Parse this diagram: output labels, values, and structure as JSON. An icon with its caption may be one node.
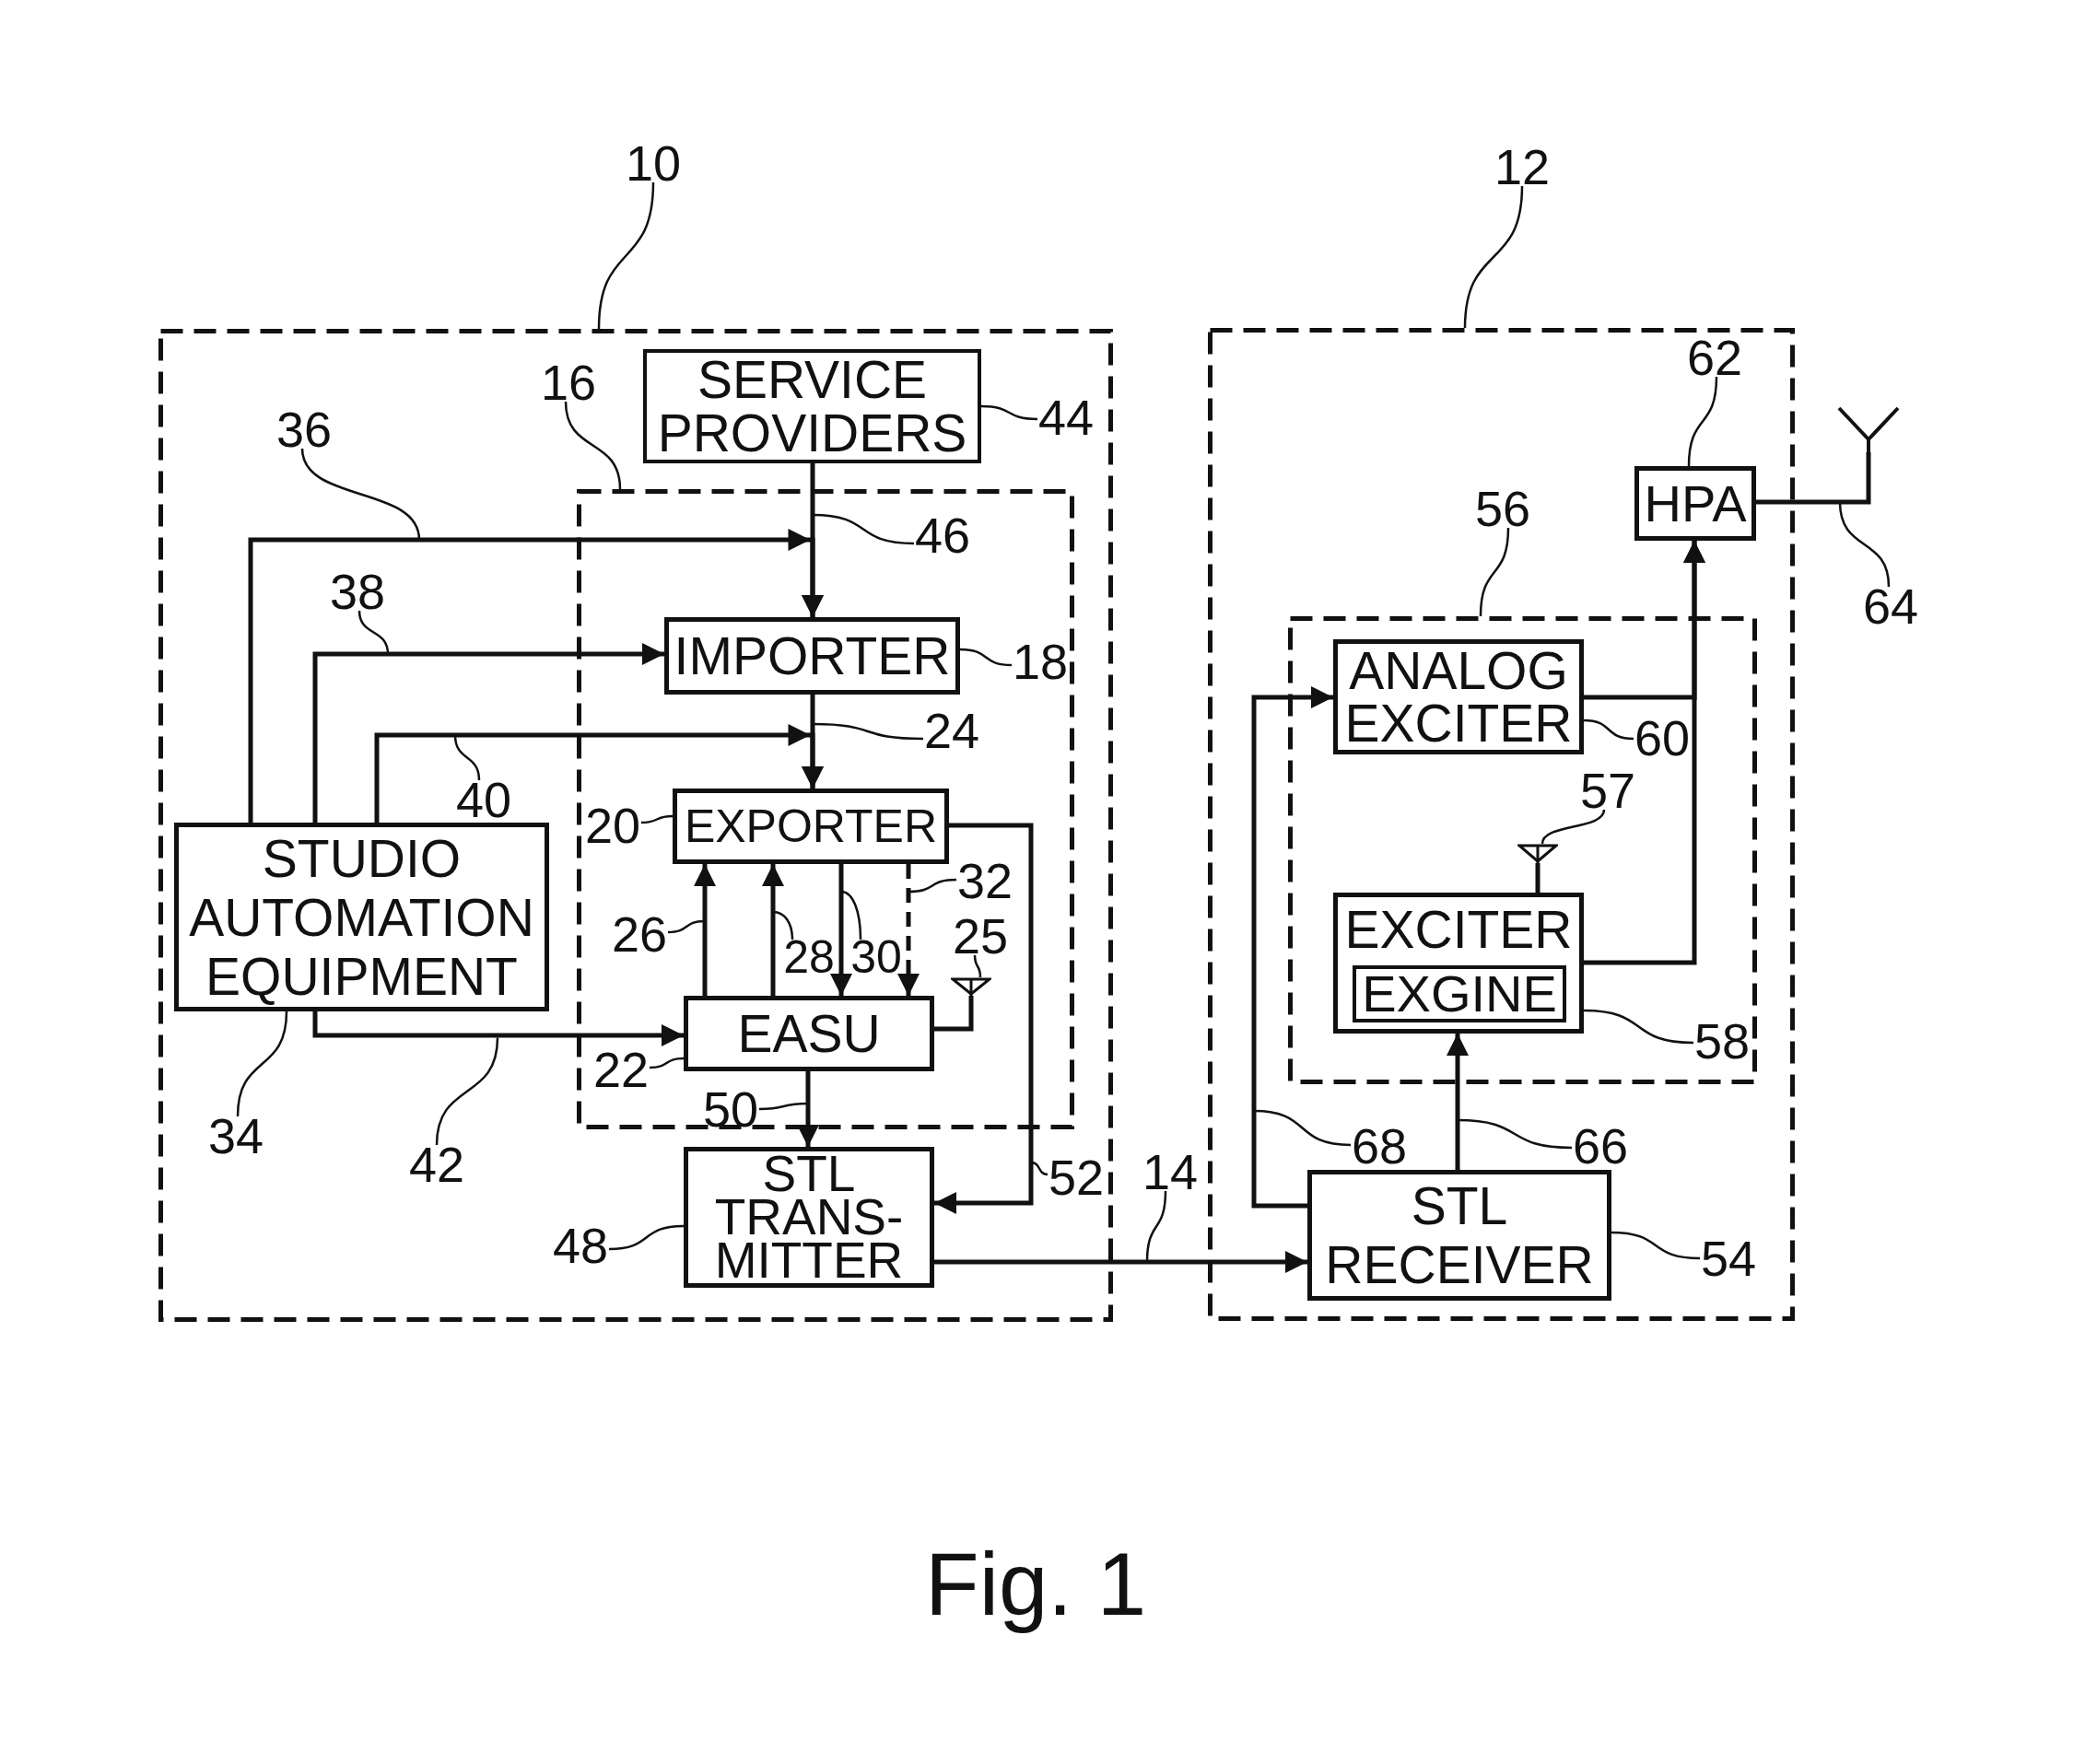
{
  "diagram": {
    "caption": "Fig. 1",
    "nodes": [
      {
        "text": [
          "10"
        ]
      },
      {
        "text": [],
        "shape": "box"
      },
      {
        "text": [
          "SERVICE PROVIDERS"
        ],
        "in": 1
      },
      {
        "text": [
          "44"
        ],
        "in": 1
      },
      {
        "text": [
          "16"
        ],
        "in": 1
      },
      {
        "text": [],
        "shape": "box",
        "in": 1
      },
      {
        "text": [
          "36"
        ],
        "in": 1
      },
      {
        "text": [
          "46"
        ],
        "in": 5
      },
      {
        "text": [
          "38"
        ],
        "in": 1
      },
      {
        "text": [
          "IMPORTER"
        ],
        "in": 5
      },
      {
        "text": [
          "18"
        ],
        "in": 5
      },
      {
        "text": [
          "24"
        ],
        "in": 5
      },
      {
        "text": [
          "40"
        ],
        "in": 1
      },
      {
        "text": [
          "STUDIO AUTOMATION EQUIPMENT"
        ],
        "in": 1
      },
      {
        "text": [
          "20"
        ],
        "in": 5
      },
      {
        "text": [
          "EXPORTER"
        ],
        "in": 5
      },
      {
        "text": [
          "32"
        ],
        "in": 5
      },
      {
        "text": [
          "26"
        ],
        "in": 5
      },
      {
        "text": [
          "28"
        ],
        "in": 5
      },
      {
        "text": [
          "30"
        ],
        "in": 5
      },
      {
        "text": [
          "25"
        ],
        "in": 5
      },
      {
        "text": [],
        "shape": "antenna",
        "in": 5
      },
      {
        "text": [
          "EASU"
        ],
        "in": 5
      },
      {
        "text": [
          "22"
        ],
        "in": 5
      },
      {
        "text": [
          "34"
        ],
        "in": 1
      },
      {
        "text": [
          "42"
        ],
        "in": 1
      },
      {
        "text": [
          "50"
        ],
        "in": 5
      },
      {
        "text": [
          "STL TRANS- MITTER"
        ],
        "in": 1
      },
      {
        "text": [
          "52"
        ],
        "in": 1
      },
      {
        "text": [
          "48"
        ],
        "in": 1
      },
      {
        "text": [
          "14"
        ]
      },
      {
        "text": [
          "12"
        ]
      },
      {
        "text": [],
        "shape": "box"
      },
      {
        "text": [
          "62"
        ],
        "in": 32
      },
      {
        "text": [
          "HPA"
        ],
        "in": 32
      },
      {
        "text": [],
        "shape": "antenna"
      },
      {
        "text": [
          "64"
        ]
      },
      {
        "text": [
          "56"
        ],
        "in": 32
      },
      {
        "text": [],
        "shape": "box",
        "in": 32
      },
      {
        "text": [
          "ANALOG EXCITER"
        ],
        "in": 38
      },
      {
        "text": [
          "60"
        ],
        "in": 38
      },
      {
        "text": [
          "57"
        ],
        "in": 38
      },
      {
        "text": [],
        "shape": "antenna",
        "in": 38
      },
      {
        "text": [
          "EXCITER"
        ],
        "in": 38
      },
      {
        "text": [
          "EXGINE"
        ],
        "in": 43
      },
      {
        "text": [
          "58"
        ],
        "in": 38
      },
      {
        "text": [
          "68"
        ],
        "in": 32
      },
      {
        "text": [
          "66"
        ],
        "in": 32
      },
      {
        "text": [
          "STL RECEIVER"
        ],
        "in": 32
      },
      {
        "text": [
          "54"
        ],
        "in": 32
      }
    ],
    "edges": [
      {
        "from": 2,
        "to": 9,
        "arrow": "to"
      },
      {
        "from": 13,
        "to": 9,
        "arrow": "to"
      },
      {
        "from": 13,
        "to": 9,
        "arrow": "to"
      },
      {
        "from": 9,
        "to": 15,
        "arrow": "to"
      },
      {
        "from": 13,
        "to": 15,
        "arrow": "to"
      },
      {
        "from": 13,
        "to": 22,
        "arrow": "to"
      },
      {
        "from": 22,
        "to": 15,
        "arrow": "to"
      },
      {
        "from": 22,
        "to": 15,
        "arrow": "to"
      },
      {
        "from": 15,
        "to": 22,
        "arrow": "to"
      },
      {
        "from": 15,
        "to": 22,
        "arrow": "to",
        "style": "dashed"
      },
      {
        "from": 22,
        "to": 21,
        "arrow": "none"
      },
      {
        "from": 22,
        "to": 27,
        "arrow": "to"
      },
      {
        "from": 15,
        "to": 27,
        "arrow": "to"
      },
      {
        "from": 27,
        "to": 48,
        "arrow": "to"
      },
      {
        "from": 48,
        "to": 43,
        "arrow": "to"
      },
      {
        "from": 48,
        "to": 39,
        "arrow": "to"
      },
      {
        "from": 39,
        "to": 34,
        "arrow": "to"
      },
      {
        "from": 43,
        "to": 34,
        "arrow": "to"
      },
      {
        "from": 43,
        "to": 42,
        "arrow": "none"
      },
      {
        "from": 34,
        "to": 35,
        "arrow": "none"
      },
      {
        "from": 0,
        "to": 1,
        "arrow": "none"
      },
      {
        "from": 31,
        "to": 32,
        "arrow": "none"
      },
      {
        "from": 4,
        "to": 5,
        "arrow": "none"
      },
      {
        "from": 3,
        "to": 2,
        "arrow": "none"
      },
      {
        "from": 6,
        "to": null,
        "arrow": "none"
      },
      {
        "from": 7,
        "to": null,
        "arrow": "none"
      },
      {
        "from": 8,
        "to": null,
        "arrow": "none"
      },
      {
        "from": 10,
        "to": 9,
        "arrow": "none"
      },
      {
        "from": 11,
        "to": null,
        "arrow": "none"
      },
      {
        "from": 12,
        "to": null,
        "arrow": "none"
      },
      {
        "from": 14,
        "to": 15,
        "arrow": "none"
      },
      {
        "from": 16,
        "to": null,
        "arrow": "none"
      },
      {
        "from": 17,
        "to": null,
        "arrow": "none"
      },
      {
        "from": 18,
        "to": null,
        "arrow": "none"
      },
      {
        "from": 19,
        "to": null,
        "arrow": "none"
      },
      {
        "from": 20,
        "to": 21,
        "arrow": "none"
      },
      {
        "from": 23,
        "to": 22,
        "arrow": "none"
      },
      {
        "from": 24,
        "to": 13,
        "arrow": "none"
      },
      {
        "from": 25,
        "to": null,
        "arrow": "none"
      },
      {
        "from": 26,
        "to": null,
        "arrow": "none"
      },
      {
        "from": 28,
        "to": null,
        "arrow": "none"
      },
      {
        "from": 29,
        "to": 27,
        "arrow": "none"
      },
      {
        "from": 30,
        "to": null,
        "arrow": "none"
      },
      {
        "from": 33,
        "to": 34,
        "arrow": "none"
      },
      {
        "from": 36,
        "to": null,
        "arrow": "none"
      },
      {
        "from": 37,
        "to": 38,
        "arrow": "none"
      },
      {
        "from": 40,
        "to": 39,
        "arrow": "none"
      },
      {
        "from": 41,
        "to": 42,
        "arrow": "none"
      },
      {
        "from": 45,
        "to": 43,
        "arrow": "none"
      },
      {
        "from": 46,
        "to": null,
        "arrow": "none"
      },
      {
        "from": 47,
        "to": null,
        "arrow": "none"
      },
      {
        "from": 49,
        "to": 48,
        "arrow": "none"
      }
    ]
  }
}
